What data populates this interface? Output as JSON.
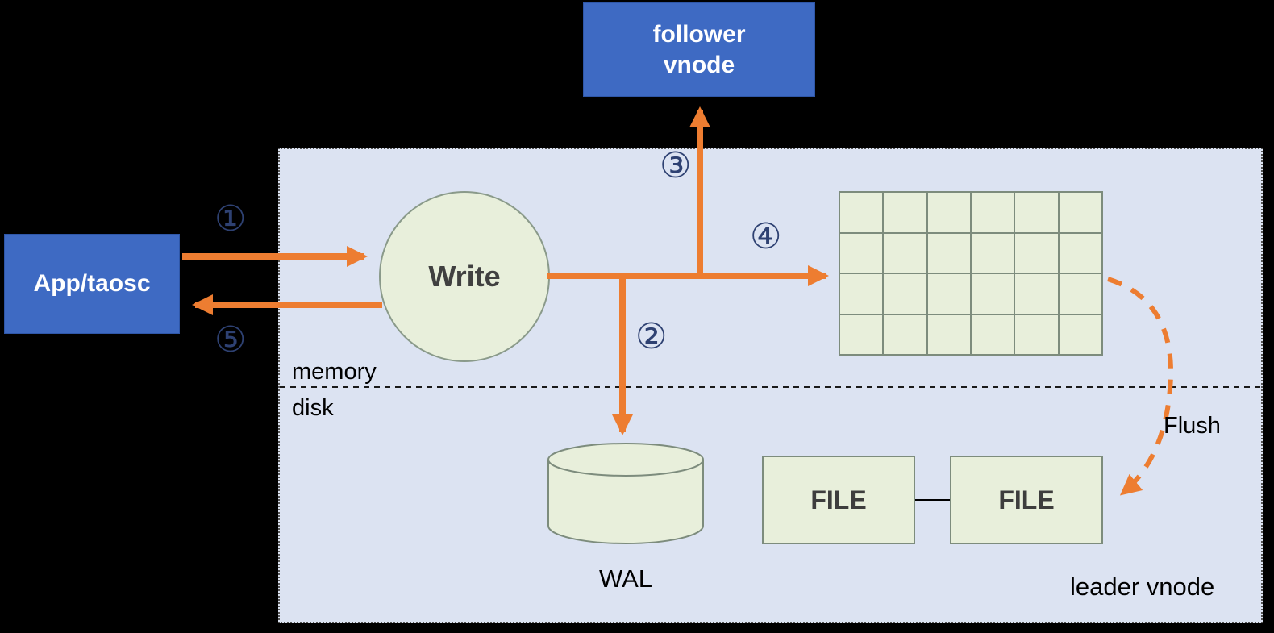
{
  "colors": {
    "background": "#000000",
    "node_blue": "#3e6ac3",
    "container_lavender": "#dce3f2",
    "shape_green": "#e8efdb",
    "shape_border": "#7d8c7d",
    "arrow_orange": "#ED7D31",
    "step_navy": "#2e4172",
    "divider_black": "#1a1a1a"
  },
  "nodes": {
    "app": {
      "label": "App/taosc"
    },
    "follower": {
      "line1": "follower",
      "line2": "vnode"
    },
    "write": {
      "label": "Write"
    },
    "wal": {
      "label": "WAL"
    },
    "file_left": {
      "label": "FILE"
    },
    "file_right": {
      "label": "FILE"
    },
    "leader": {
      "label": "leader vnode"
    }
  },
  "labels": {
    "memory": "memory",
    "disk": "disk",
    "flush": "Flush"
  },
  "steps": {
    "s1": "①",
    "s2": "②",
    "s3": "③",
    "s4": "④",
    "s5": "⑤"
  },
  "grid": {
    "rows": 4,
    "cols": 6
  }
}
